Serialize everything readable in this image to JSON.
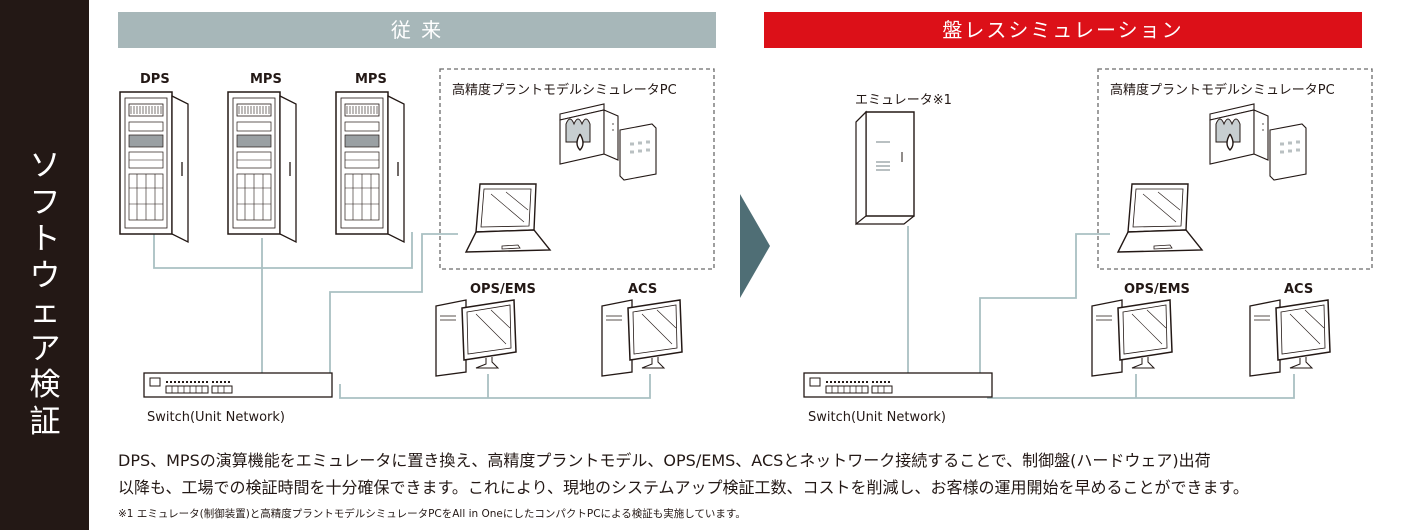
{
  "sidebar": {
    "title": "ソフトウェア検証"
  },
  "sections": {
    "old": {
      "title": "従 来",
      "cabinets": [
        "DPS",
        "MPS",
        "MPS"
      ],
      "pc_box_label": "高精度プラントモデルシミュレータPC",
      "workstations": [
        "OPS/EMS",
        "ACS"
      ],
      "switch_label": "Switch(Unit Network)"
    },
    "new": {
      "title": "盤レスシミュレーション",
      "emulator_label": "エミュレータ※1",
      "pc_box_label": "高精度プラントモデルシミュレータPC",
      "workstations": [
        "OPS/EMS",
        "ACS"
      ],
      "switch_label": "Switch(Unit Network)"
    }
  },
  "description": {
    "line1": "DPS、MPSの演算機能をエミュレータに置き換え、高精度プラントモデル、OPS/EMS、ACSとネットワーク接続することで、制御盤(ハードウェア)出荷",
    "line2": "以降も、工場での検証時間を十分確保できます。これにより、現地のシステムアップ検証工数、コストを削減し、お客様の運用開始を早めることができます。",
    "note": "※1 エミュレータ(制御装置)と高精度プラントモデルシミュレータPCをAll in OneにしたコンパクトPCによる検証も実施しています。"
  },
  "colors": {
    "sidebar": "#231815",
    "old_banner": "#a7b7b9",
    "new_banner": "#dc1018",
    "arrow": "#4f6e75",
    "network_line": "#a9c0c2"
  }
}
